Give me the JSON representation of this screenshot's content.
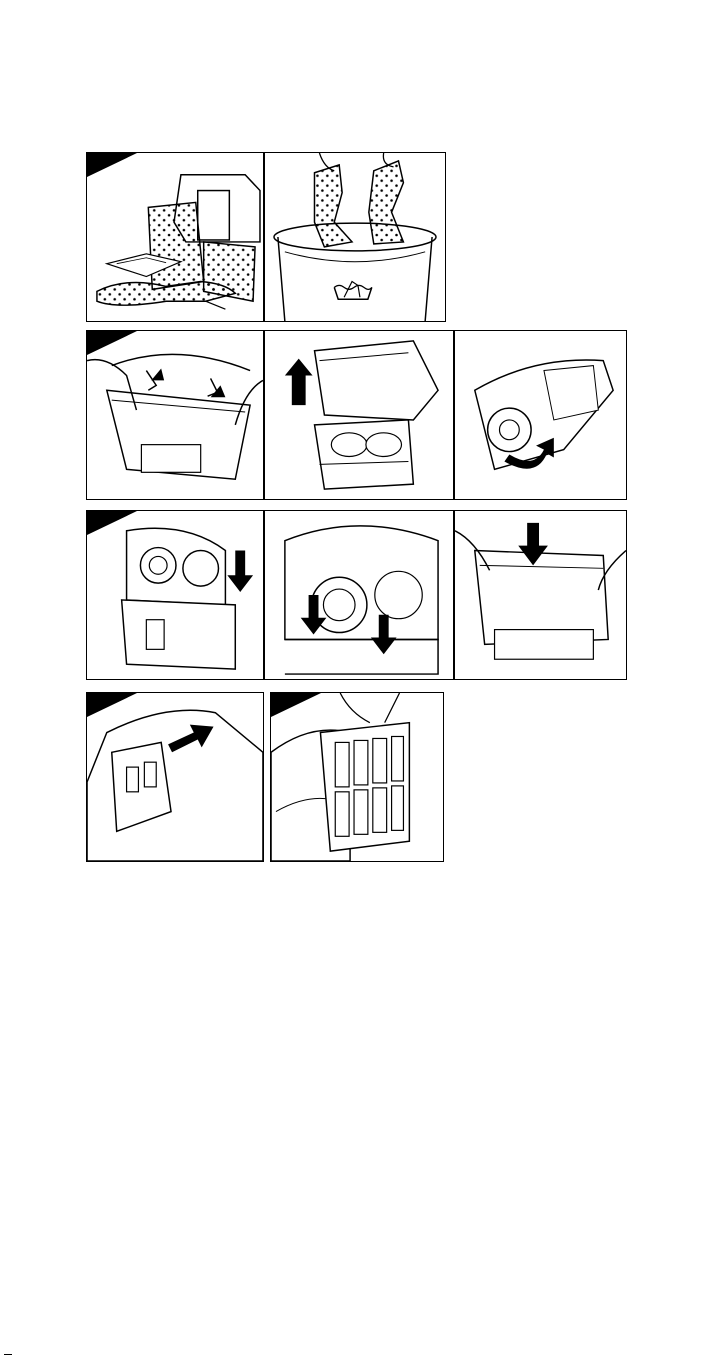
{
  "page": {
    "description_text": ""
  },
  "rows": [
    {
      "id": "row-1",
      "panels": [
        "p1a",
        "p1b"
      ]
    },
    {
      "id": "row-2",
      "panels": [
        "p2a",
        "p2b",
        "p2c"
      ]
    },
    {
      "id": "row-3",
      "panels": [
        "p3a",
        "p3b",
        "p3c"
      ]
    },
    {
      "id": "row-4",
      "panels": [
        "p4a",
        "p4b"
      ]
    }
  ],
  "icons": {
    "wash_symbol": "hand-wash-icon",
    "arrow": "arrow-icon"
  }
}
